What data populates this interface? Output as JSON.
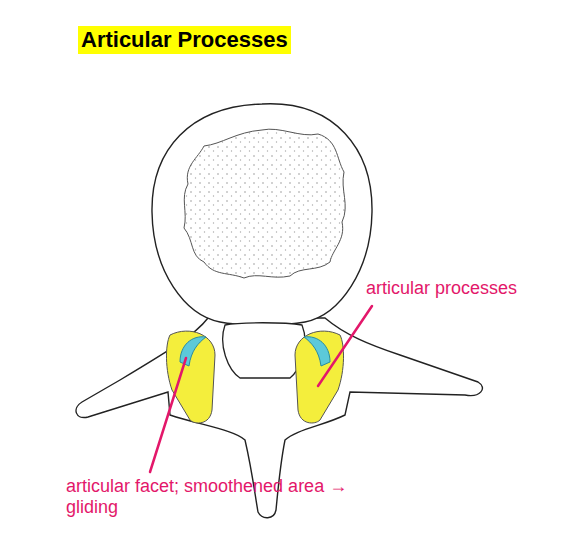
{
  "diagram": {
    "title": "Articular Processes",
    "labels": [
      "articular processes",
      "articular facet; smoothened area → gliding"
    ]
  }
}
